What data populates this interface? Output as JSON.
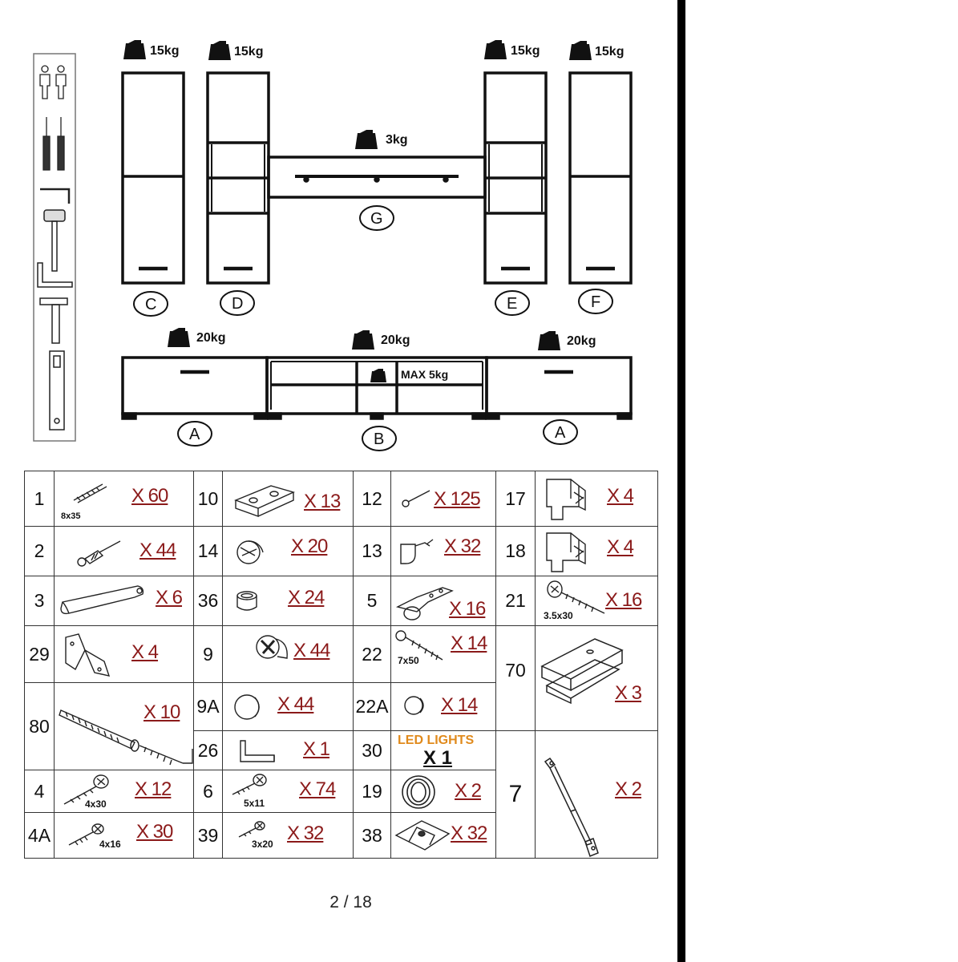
{
  "diagram": {
    "weights": {
      "C": "15kg",
      "D": "15kg",
      "E": "15kg",
      "F": "15kg",
      "G": "3kg",
      "A_left": "20kg",
      "B": "20kg",
      "A_right": "20kg",
      "B_shelf": "MAX 5kg"
    },
    "unit_labels": {
      "C": "C",
      "D": "D",
      "E": "E",
      "F": "F",
      "G": "G",
      "A_left": "A",
      "B": "B",
      "A_right": "A"
    }
  },
  "tools_icons": [
    "two-persons-icon",
    "screwdrivers-icon",
    "allen-key-icon",
    "hammer-icon",
    "square-ruler-icon",
    "hammer-icon",
    "spirit-level-icon"
  ],
  "parts": [
    {
      "num": "1",
      "qty": "X 60",
      "size": "8x35"
    },
    {
      "num": "10",
      "qty": "X 13"
    },
    {
      "num": "12",
      "qty": "X 125"
    },
    {
      "num": "17",
      "qty": "X 4"
    },
    {
      "num": "2",
      "qty": "X 44"
    },
    {
      "num": "14",
      "qty": "X 20"
    },
    {
      "num": "13",
      "qty": "X 32"
    },
    {
      "num": "18",
      "qty": "X 4"
    },
    {
      "num": "3",
      "qty": "X 6"
    },
    {
      "num": "36",
      "qty": "X 24"
    },
    {
      "num": "5",
      "qty": "X 16"
    },
    {
      "num": "21",
      "qty": "X 16",
      "size": "3.5x30"
    },
    {
      "num": "29",
      "qty": "X 4"
    },
    {
      "num": "9",
      "qty": "X 44"
    },
    {
      "num": "22",
      "qty": "X 14",
      "size": "7x50"
    },
    {
      "num": "70",
      "qty": "X 3"
    },
    {
      "num": "80",
      "qty": "X 10"
    },
    {
      "num": "9A",
      "qty": "X 44"
    },
    {
      "num": "22A",
      "qty": "X 14"
    },
    {
      "num": "26",
      "qty": "X 1"
    },
    {
      "num": "30",
      "qty": "X 1",
      "label": "LED LIGHTS"
    },
    {
      "num": "7",
      "qty": "X 2"
    },
    {
      "num": "4",
      "qty": "X 12",
      "size": "4x30"
    },
    {
      "num": "6",
      "qty": "X 74",
      "size": "5x11"
    },
    {
      "num": "19",
      "qty": "X 2"
    },
    {
      "num": "4A",
      "qty": "X 30",
      "size": "4x16"
    },
    {
      "num": "39",
      "qty": "X 32",
      "size": "3x20"
    },
    {
      "num": "38",
      "qty": "X 32"
    }
  ],
  "page_number": "2 / 18",
  "colors": {
    "quantity": "#8b1a1a",
    "led": "#e08a1c",
    "ink": "#111111"
  }
}
